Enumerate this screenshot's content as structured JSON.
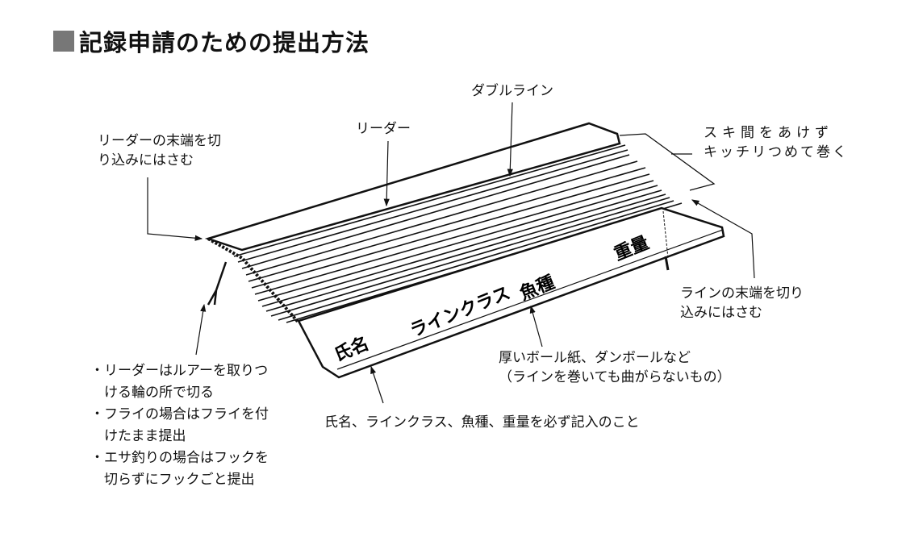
{
  "title": "記録申請のための提出方法",
  "labels": {
    "double_line": "ダブルライン",
    "leader": "リーダー",
    "leader_end": [
      "リーダーの末端を切",
      "り込みにはさむ"
    ],
    "no_gap": [
      "スキ間をあけず",
      "キッチリつめて巻く"
    ],
    "line_end": [
      "ラインの末端を切り",
      "込みにはさむ"
    ],
    "board": [
      "厚いボール紙、ダンボールなど",
      "（ラインを巻いても曲がらないもの）"
    ],
    "required": "氏名、ラインクラス、魚種、重量を必ず記入のこと",
    "notes": [
      "・リーダーはルアーを取りつ",
      "　ける輪の所で切る",
      "・フライの場合はフライを付",
      "　けたまま提出",
      "・エサ釣りの場合はフックを",
      "　切らずにフックごと提出"
    ]
  },
  "board_text": {
    "name": "氏名",
    "line_class": "ラインクラス",
    "species": "魚種",
    "weight": "重量"
  }
}
